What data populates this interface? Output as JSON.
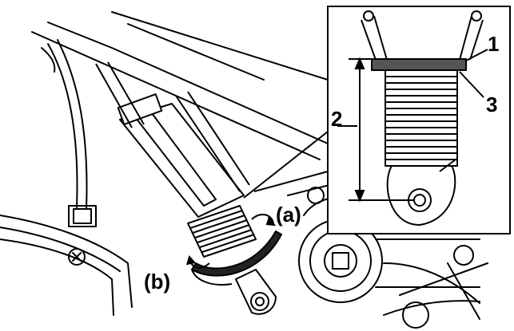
{
  "labels": {
    "callout_a": "(a)",
    "callout_b": "(b)",
    "part_1": "1",
    "part_2": "2",
    "part_3": "3"
  },
  "colors": {
    "line": "#000000",
    "background": "#ffffff",
    "collar_fill": "#555555",
    "spring_fill": "#ffffff"
  },
  "icons": {
    "rotation_a": "curved-arrow-icon",
    "rotation_b": "curved-arrow-icon"
  }
}
